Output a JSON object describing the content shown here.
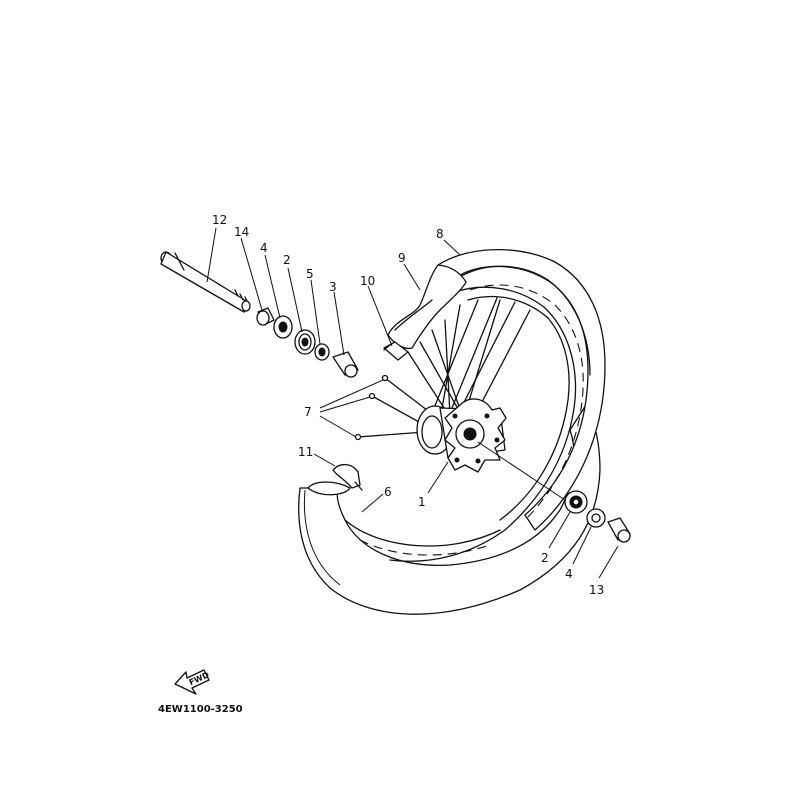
{
  "diagram": {
    "part_code": "4EW1100-3250",
    "fwd_label": "FWD",
    "callouts": {
      "hub": "1",
      "bearing_left": "2",
      "collar": "3",
      "oil_seal_left": "4",
      "circlip": "5",
      "tire": "6",
      "spoke_set": "7",
      "rim": "8",
      "rim_band": "9",
      "rim_lock": "10",
      "valve_cap": "11",
      "wheel_axle": "12",
      "collar_right": "13",
      "collar_left": "14",
      "bearing_right": "2",
      "oil_seal_right": "4"
    }
  }
}
